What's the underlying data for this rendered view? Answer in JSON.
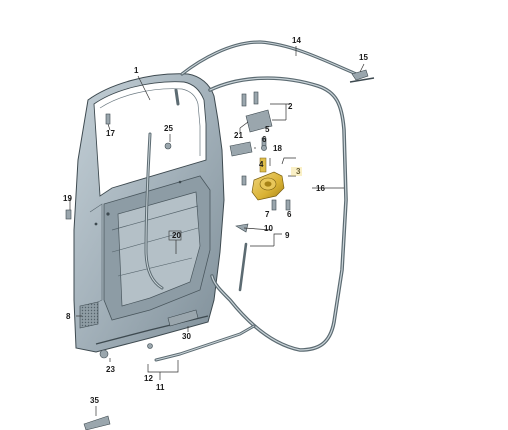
{
  "diagram": {
    "accent_color": "#d9b234",
    "body_color": "#a9b7c0",
    "seal_color": "#5c6b72",
    "callouts": [
      {
        "id": "c1",
        "label": "1"
      },
      {
        "id": "c2",
        "label": "2"
      },
      {
        "id": "c3",
        "label": "3"
      },
      {
        "id": "c4",
        "label": "4"
      },
      {
        "id": "c5",
        "label": "5"
      },
      {
        "id": "c6a",
        "label": "6"
      },
      {
        "id": "c6b",
        "label": "6"
      },
      {
        "id": "c7",
        "label": "7"
      },
      {
        "id": "c8",
        "label": "8"
      },
      {
        "id": "c9",
        "label": "9"
      },
      {
        "id": "c10",
        "label": "10"
      },
      {
        "id": "c11",
        "label": "11"
      },
      {
        "id": "c12",
        "label": "12"
      },
      {
        "id": "c14",
        "label": "14"
      },
      {
        "id": "c15",
        "label": "15"
      },
      {
        "id": "c16",
        "label": "16"
      },
      {
        "id": "c17",
        "label": "17"
      },
      {
        "id": "c18",
        "label": "18"
      },
      {
        "id": "c19",
        "label": "19"
      },
      {
        "id": "c20",
        "label": "20"
      },
      {
        "id": "c21",
        "label": "21"
      },
      {
        "id": "c23",
        "label": "23"
      },
      {
        "id": "c25",
        "label": "25"
      },
      {
        "id": "c30",
        "label": "30"
      },
      {
        "id": "c35",
        "label": "35"
      }
    ]
  }
}
